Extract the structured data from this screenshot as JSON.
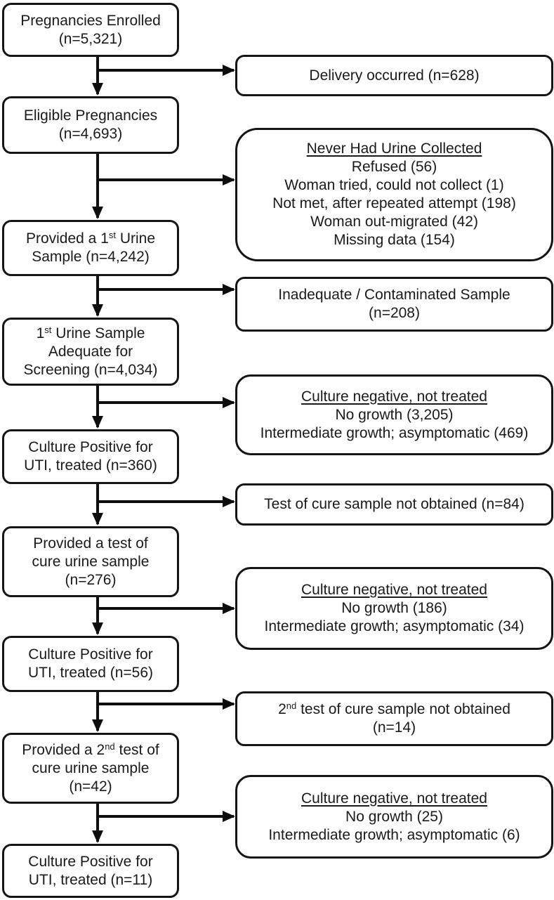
{
  "colors": {
    "background": "#ffffff",
    "text": "#1a1a1a",
    "box_border": "#141414",
    "arrow": "#0d0d0d"
  },
  "boxes": {
    "b1": {
      "l1": "Pregnancies Enrolled",
      "l2": "(n=5,321)"
    },
    "b2": {
      "l1": "Eligible Pregnancies",
      "l2": "(n=4,693)"
    },
    "b3": {
      "l1a": "Provided a 1",
      "l1sup": "st",
      "l1b": " Urine",
      "l2": "Sample (n=4,242)"
    },
    "b4": {
      "l1a": "1",
      "l1sup": "st",
      "l1b": " Urine Sample",
      "l2": "Adequate for",
      "l3": "Screening (n=4,034)"
    },
    "b5": {
      "l1": "Culture Positive for",
      "l2": "UTI, treated (n=360)"
    },
    "b6": {
      "l1": "Provided a test of",
      "l2": "cure urine sample",
      "l3": "(n=276)"
    },
    "b7": {
      "l1": "Culture Positive for",
      "l2": "UTI, treated (n=56)"
    },
    "b8": {
      "l1a": "Provided a 2",
      "l1sup": "nd",
      "l1b": " test of",
      "l2": "cure urine sample",
      "l3": "(n=42)"
    },
    "b9": {
      "l1": "Culture Positive for",
      "l2": "UTI, treated (n=11)"
    },
    "r1": {
      "l1": "Delivery occurred (n=628)"
    },
    "r2": {
      "header": "Never Had Urine Collected",
      "i1": "Refused (56)",
      "i2": "Woman tried, could not collect (1)",
      "i3": "Not met, after repeated attempt (198)",
      "i4": "Woman out-migrated (42)",
      "i5": "Missing data (154)"
    },
    "r3": {
      "l1": "Inadequate / Contaminated Sample",
      "l2": "(n=208)"
    },
    "r4": {
      "header": "Culture negative, not treated",
      "i1": "No growth (3,205)",
      "i2": "Intermediate growth; asymptomatic (469)"
    },
    "r5": {
      "l1": "Test of cure sample not obtained (n=84)"
    },
    "r6": {
      "header": "Culture negative, not treated",
      "i1": "No growth (186)",
      "i2": "Intermediate growth; asymptomatic (34)"
    },
    "r7": {
      "l1a": "2",
      "l1sup": "nd",
      "l1b": " test of cure sample not obtained",
      "l2": "(n=14)"
    },
    "r8": {
      "header": "Culture negative, not treated",
      "i1": "No growth (25)",
      "i2": "Intermediate growth; asymptomatic (6)"
    }
  }
}
